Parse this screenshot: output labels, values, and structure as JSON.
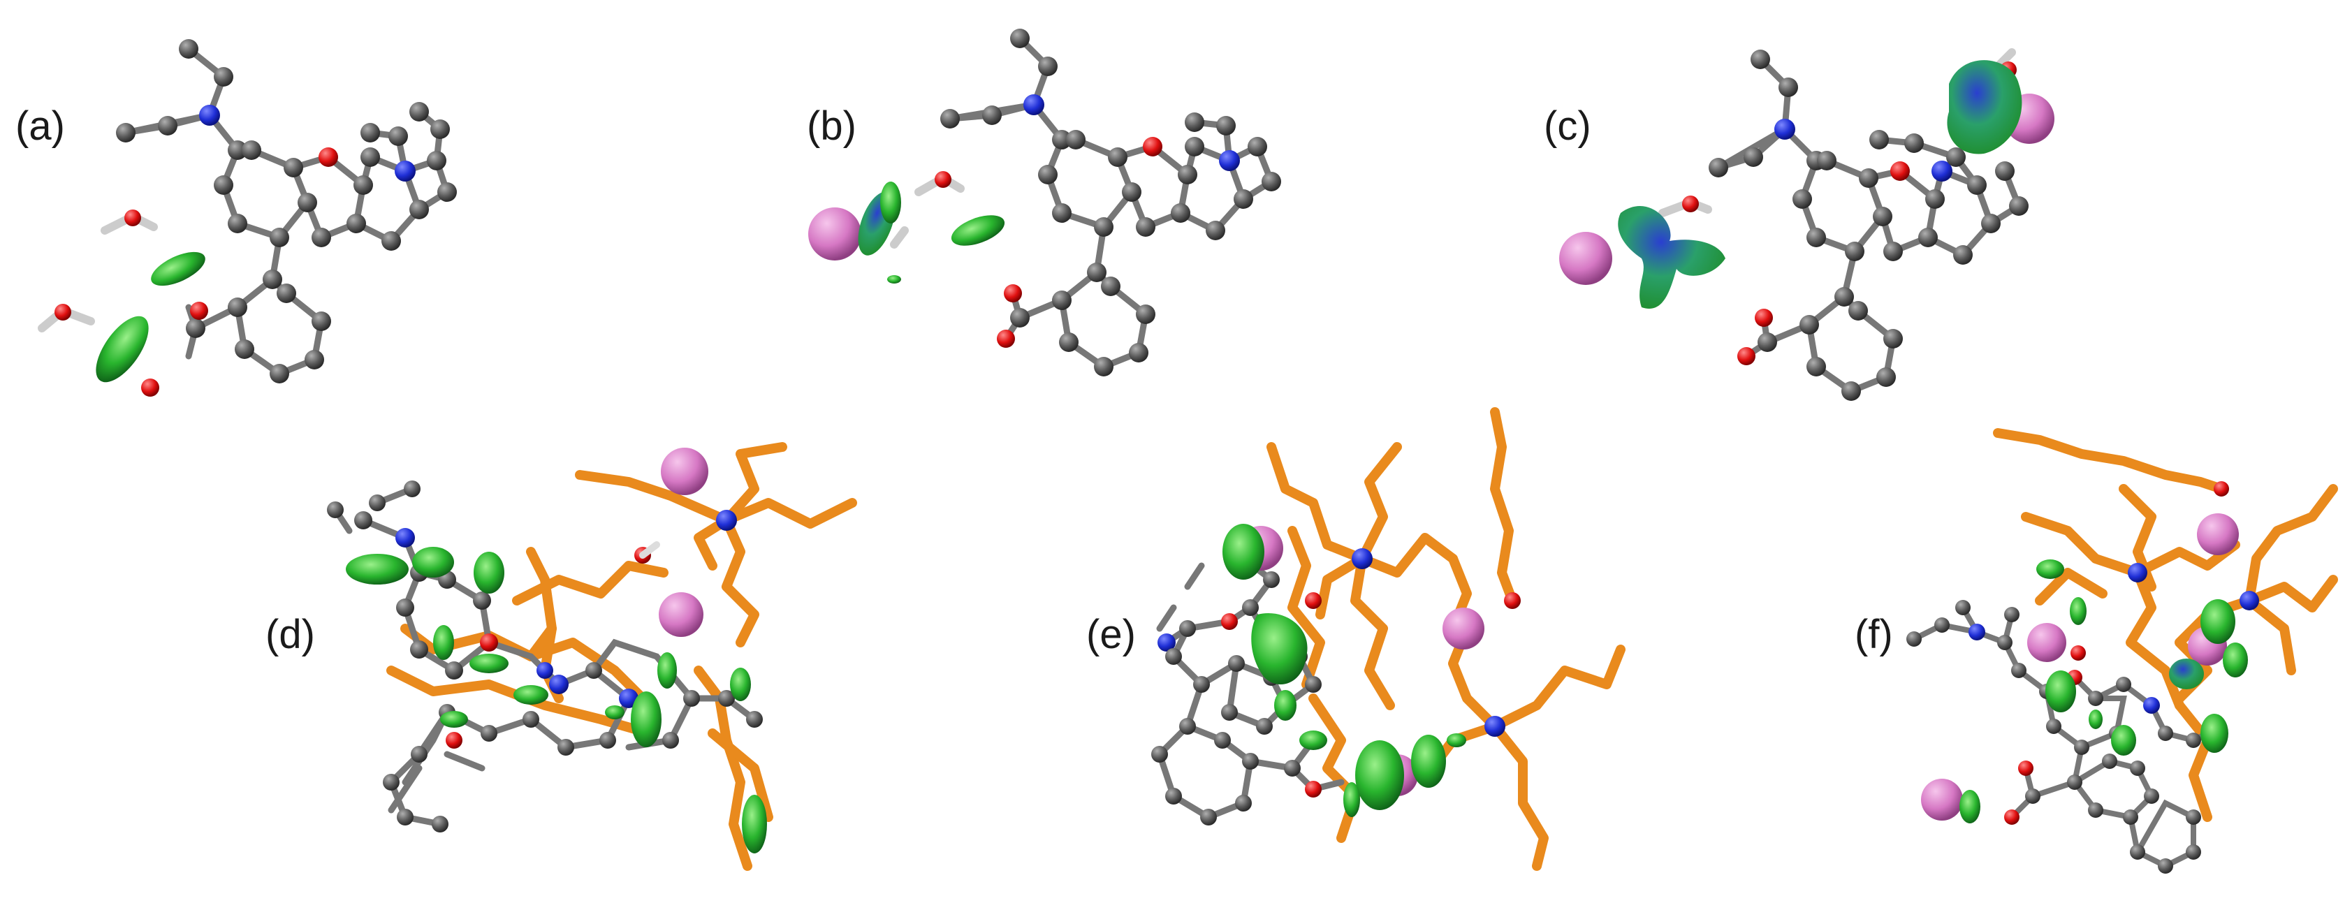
{
  "figure": {
    "panels": [
      {
        "id": "a",
        "label": "(a)"
      },
      {
        "id": "b",
        "label": "(b)"
      },
      {
        "id": "c",
        "label": "(c)"
      },
      {
        "id": "d",
        "label": "(d)"
      },
      {
        "id": "e",
        "label": "(e)"
      },
      {
        "id": "f",
        "label": "(f)"
      }
    ]
  },
  "colors": {
    "carbon": "#5a5a5a",
    "nitrogen": "#1f2fd6",
    "oxygen": "#e01010",
    "hydrogen": "#f2f2f2",
    "ion": "#d678c4",
    "isosurface": "#29b52e",
    "isosurface_blue": "#2a3fd0",
    "chain": "#e98a1d"
  }
}
